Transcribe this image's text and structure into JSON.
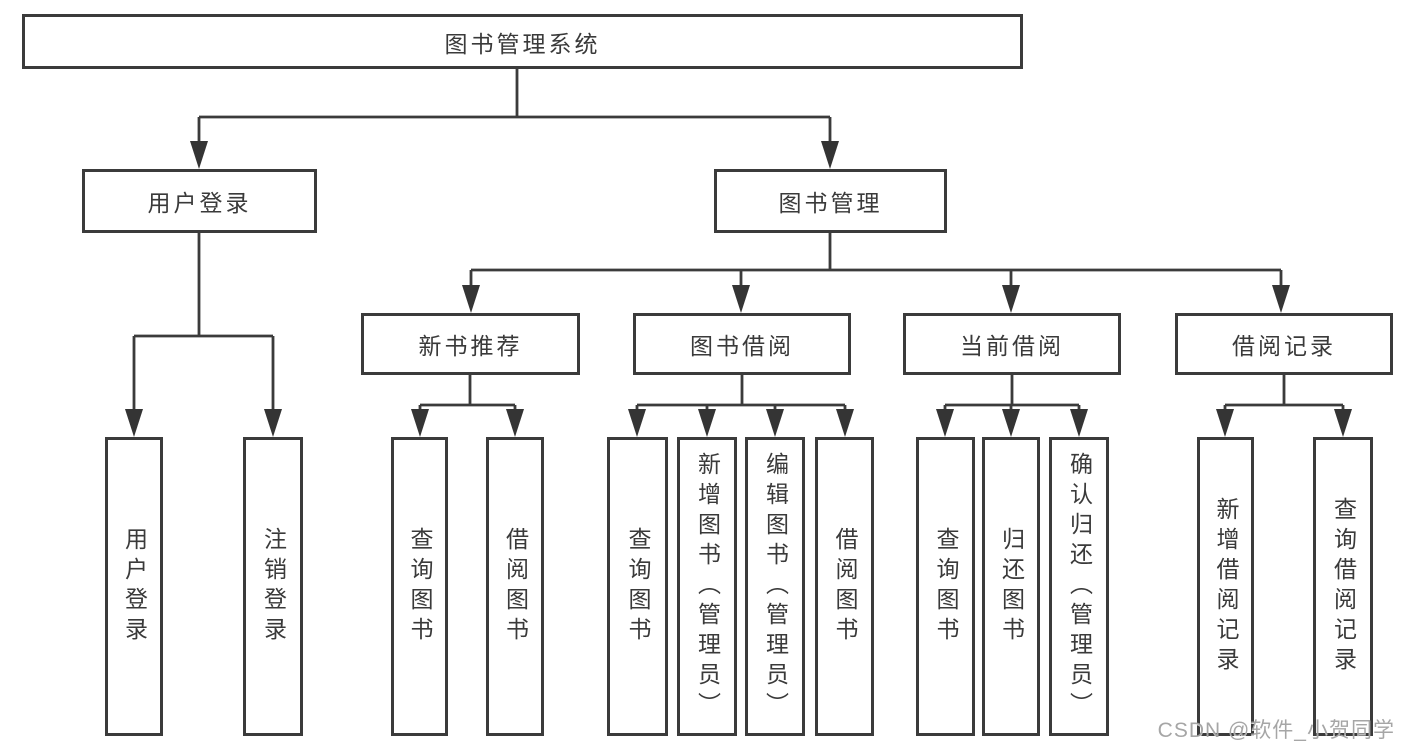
{
  "diagram": {
    "root": {
      "label": "图书管理系统"
    },
    "branches": [
      {
        "label": "用户登录",
        "children": [
          "用户登录",
          "注销登录"
        ]
      },
      {
        "label": "图书管理",
        "groups": [
          {
            "label": "新书推荐",
            "children": [
              "查询图书",
              "借阅图书"
            ]
          },
          {
            "label": "图书借阅",
            "children": [
              "查询图书",
              "新增图书（管理员）",
              "编辑图书（管理员）",
              "借阅图书"
            ]
          },
          {
            "label": "当前借阅",
            "children": [
              "查询图书",
              "归还图书",
              "确认归还（管理员）"
            ]
          },
          {
            "label": "借阅记录",
            "children": [
              "新增借阅记录",
              "查询借阅记录"
            ]
          }
        ]
      }
    ],
    "watermark": "CSDN @软件_小贺同学",
    "colors": {
      "line": "#3b3b3b",
      "text": "#3a3a3a",
      "background": "#ffffff",
      "watermark": "#9e9e9e"
    }
  }
}
